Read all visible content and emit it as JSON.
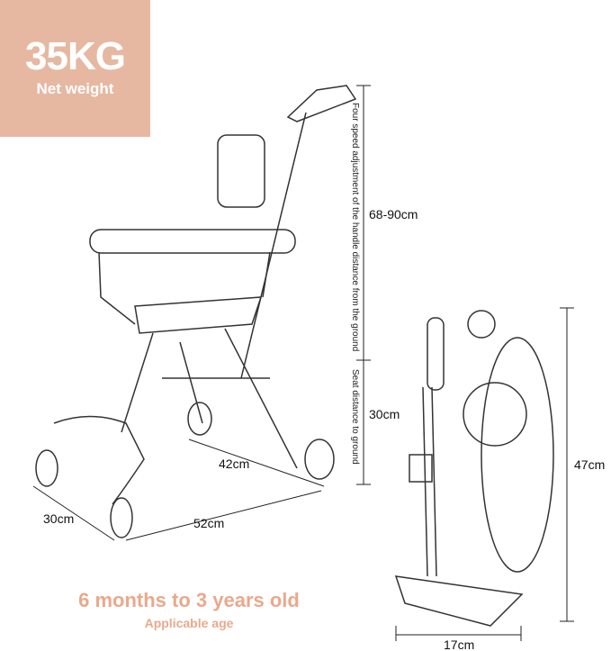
{
  "badge": {
    "weight": "35KG",
    "label": "Net weight",
    "color": "#e6b8a2"
  },
  "dimensions": {
    "handle_height": "68-90cm",
    "handle_note": "Four speed adjustment of the handle distance from the ground",
    "seat_height": "30cm",
    "seat_note": "Seat distance to ground",
    "wheelbase_rear": "42cm",
    "width": "30cm",
    "length": "52cm",
    "folded_height": "47cm",
    "folded_width": "17cm"
  },
  "age": {
    "range": "6 months to 3 years old",
    "label": "Applicable age",
    "color": "#e8a98c"
  }
}
